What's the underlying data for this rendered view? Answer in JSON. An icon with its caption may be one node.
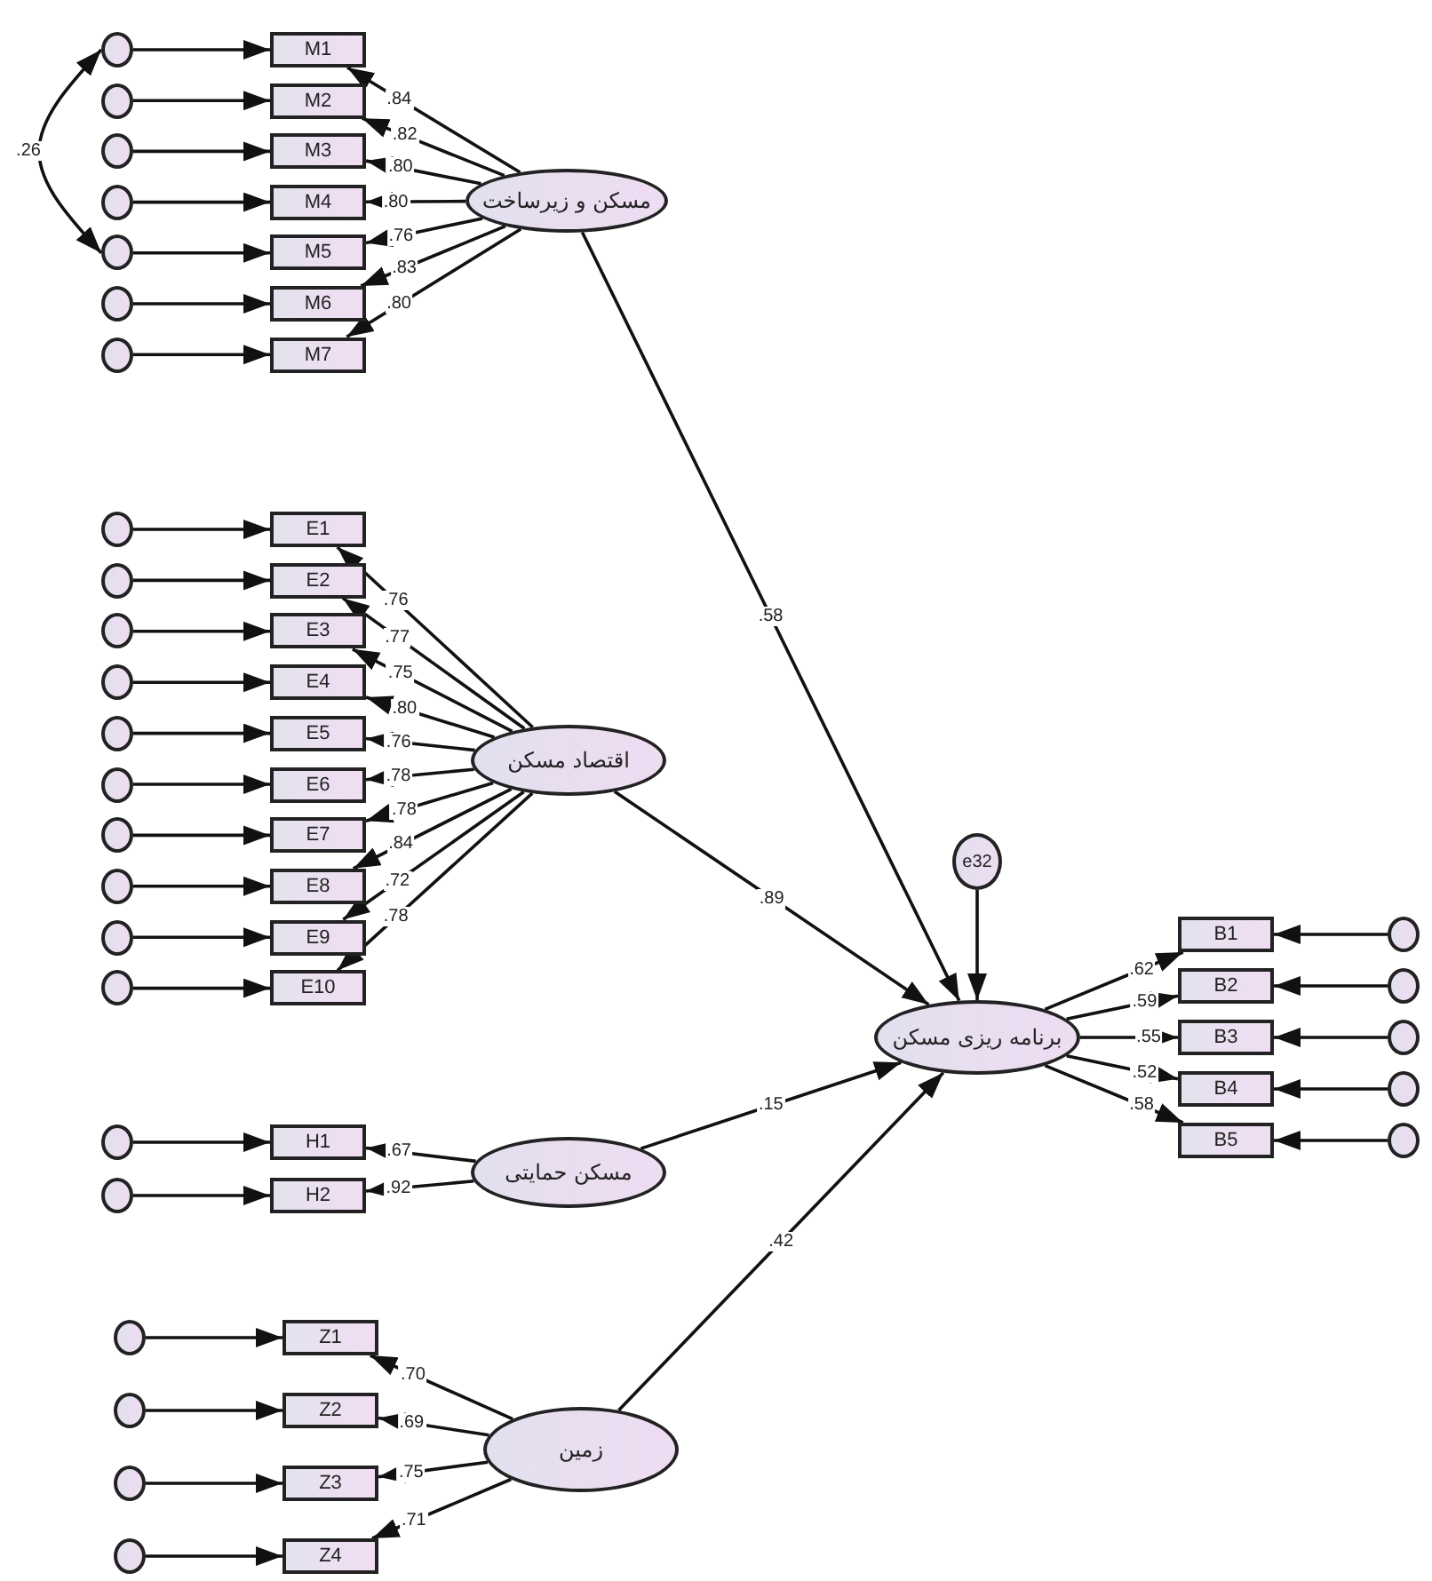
{
  "diagram": {
    "nodes": [
      {
        "text": [],
        "shape": "circle"
      },
      {
        "text": [],
        "shape": "circle"
      },
      {
        "text": [],
        "shape": "circle"
      },
      {
        "text": [],
        "shape": "circle"
      },
      {
        "text": [],
        "shape": "circle"
      },
      {
        "text": [],
        "shape": "circle"
      },
      {
        "text": [],
        "shape": "circle"
      },
      {
        "text": [
          "M1"
        ]
      },
      {
        "text": [
          "M2"
        ]
      },
      {
        "text": [
          "M3"
        ]
      },
      {
        "text": [
          "M4"
        ]
      },
      {
        "text": [
          "M5"
        ]
      },
      {
        "text": [
          "M6"
        ]
      },
      {
        "text": [
          "M7"
        ]
      },
      {
        "text": [
          "مسکن و زیرساخت"
        ]
      },
      {
        "text": [],
        "shape": "circle"
      },
      {
        "text": [],
        "shape": "circle"
      },
      {
        "text": [],
        "shape": "circle"
      },
      {
        "text": [],
        "shape": "circle"
      },
      {
        "text": [],
        "shape": "circle"
      },
      {
        "text": [],
        "shape": "circle"
      },
      {
        "text": [],
        "shape": "circle"
      },
      {
        "text": [],
        "shape": "circle"
      },
      {
        "text": [],
        "shape": "circle"
      },
      {
        "text": [],
        "shape": "circle"
      },
      {
        "text": [
          "E1"
        ]
      },
      {
        "text": [
          "E2"
        ]
      },
      {
        "text": [
          "E3"
        ]
      },
      {
        "text": [
          "E4"
        ]
      },
      {
        "text": [
          "E5"
        ]
      },
      {
        "text": [
          "E6"
        ]
      },
      {
        "text": [
          "E7"
        ]
      },
      {
        "text": [
          "E8"
        ]
      },
      {
        "text": [
          "E9"
        ]
      },
      {
        "text": [
          "E10"
        ]
      },
      {
        "text": [
          "اقتصاد مسکن"
        ]
      },
      {
        "text": [
          "e32"
        ]
      },
      {
        "text": [
          "برنامه ریزی مسکن"
        ]
      },
      {
        "text": [
          "B1"
        ]
      },
      {
        "text": [
          "B2"
        ]
      },
      {
        "text": [
          "B3"
        ]
      },
      {
        "text": [
          "B4"
        ]
      },
      {
        "text": [
          "B5"
        ]
      },
      {
        "text": [],
        "shape": "circle"
      },
      {
        "text": [],
        "shape": "circle"
      },
      {
        "text": [],
        "shape": "circle"
      },
      {
        "text": [],
        "shape": "circle"
      },
      {
        "text": [],
        "shape": "circle"
      },
      {
        "text": [],
        "shape": "circle"
      },
      {
        "text": [],
        "shape": "circle"
      },
      {
        "text": [
          "H1"
        ]
      },
      {
        "text": [
          "H2"
        ]
      },
      {
        "text": [
          "مسکن حمایتی"
        ]
      },
      {
        "text": [],
        "shape": "circle"
      },
      {
        "text": [],
        "shape": "circle"
      },
      {
        "text": [],
        "shape": "circle"
      },
      {
        "text": [],
        "shape": "circle"
      },
      {
        "text": [
          "Z1"
        ]
      },
      {
        "text": [
          "Z2"
        ]
      },
      {
        "text": [
          "Z3"
        ]
      },
      {
        "text": [
          "Z4"
        ]
      },
      {
        "text": [
          "زمین"
        ]
      }
    ],
    "edges": [
      {
        "from": 0,
        "to": 7,
        "arrow": "to"
      },
      {
        "from": 1,
        "to": 8,
        "arrow": "to"
      },
      {
        "from": 2,
        "to": 9,
        "arrow": "to"
      },
      {
        "from": 3,
        "to": 10,
        "arrow": "to"
      },
      {
        "from": 4,
        "to": 11,
        "arrow": "to"
      },
      {
        "from": 5,
        "to": 12,
        "arrow": "to"
      },
      {
        "from": 6,
        "to": 13,
        "arrow": "to"
      },
      {
        "from": 0,
        "to": 4,
        "arrow": "both",
        "label": ".26"
      },
      {
        "from": 14,
        "to": 7,
        "arrow": "to",
        "label": ".84"
      },
      {
        "from": 14,
        "to": 8,
        "arrow": "to",
        "label": ".82"
      },
      {
        "from": 14,
        "to": 9,
        "arrow": "to",
        "label": ".80"
      },
      {
        "from": 14,
        "to": 10,
        "arrow": "to",
        "label": ".80"
      },
      {
        "from": 14,
        "to": 11,
        "arrow": "to",
        "label": ".76"
      },
      {
        "from": 14,
        "to": 12,
        "arrow": "to",
        "label": ".83"
      },
      {
        "from": 14,
        "to": 13,
        "arrow": "to",
        "label": ".80"
      },
      {
        "from": 15,
        "to": 25,
        "arrow": "to"
      },
      {
        "from": 16,
        "to": 26,
        "arrow": "to"
      },
      {
        "from": 17,
        "to": 27,
        "arrow": "to"
      },
      {
        "from": 18,
        "to": 28,
        "arrow": "to"
      },
      {
        "from": 19,
        "to": 29,
        "arrow": "to"
      },
      {
        "from": 20,
        "to": 30,
        "arrow": "to"
      },
      {
        "from": 21,
        "to": 31,
        "arrow": "to"
      },
      {
        "from": 22,
        "to": 32,
        "arrow": "to"
      },
      {
        "from": 23,
        "to": 33,
        "arrow": "to"
      },
      {
        "from": 24,
        "to": 34,
        "arrow": "to"
      },
      {
        "from": 35,
        "to": 25,
        "arrow": "to",
        "label": ".76"
      },
      {
        "from": 35,
        "to": 26,
        "arrow": "to",
        "label": ".77"
      },
      {
        "from": 35,
        "to": 27,
        "arrow": "to",
        "label": ".75"
      },
      {
        "from": 35,
        "to": 28,
        "arrow": "to",
        "label": ".80"
      },
      {
        "from": 35,
        "to": 29,
        "arrow": "to",
        "label": ".76"
      },
      {
        "from": 35,
        "to": 30,
        "arrow": "to",
        "label": ".78"
      },
      {
        "from": 35,
        "to": 31,
        "arrow": "to",
        "label": ".78"
      },
      {
        "from": 35,
        "to": 32,
        "arrow": "to",
        "label": ".84"
      },
      {
        "from": 35,
        "to": 33,
        "arrow": "to",
        "label": ".72"
      },
      {
        "from": 35,
        "to": 34,
        "arrow": "to",
        "label": ".78"
      },
      {
        "from": 14,
        "to": 37,
        "arrow": "to",
        "label": ".58"
      },
      {
        "from": 35,
        "to": 37,
        "arrow": "to",
        "label": ".89"
      },
      {
        "from": 52,
        "to": 37,
        "arrow": "to",
        "label": ".15"
      },
      {
        "from": 61,
        "to": 37,
        "arrow": "to",
        "label": ".42"
      },
      {
        "from": 36,
        "to": 37,
        "arrow": "to"
      },
      {
        "from": 37,
        "to": 38,
        "arrow": "to",
        "label": ".62"
      },
      {
        "from": 37,
        "to": 39,
        "arrow": "to",
        "label": ".59"
      },
      {
        "from": 37,
        "to": 40,
        "arrow": "to",
        "label": ".55"
      },
      {
        "from": 37,
        "to": 41,
        "arrow": "to",
        "label": ".52"
      },
      {
        "from": 37,
        "to": 42,
        "arrow": "to",
        "label": ".58"
      },
      {
        "from": 43,
        "to": 38,
        "arrow": "to"
      },
      {
        "from": 44,
        "to": 39,
        "arrow": "to"
      },
      {
        "from": 45,
        "to": 40,
        "arrow": "to"
      },
      {
        "from": 46,
        "to": 41,
        "arrow": "to"
      },
      {
        "from": 47,
        "to": 42,
        "arrow": "to"
      },
      {
        "from": 48,
        "to": 50,
        "arrow": "to"
      },
      {
        "from": 49,
        "to": 51,
        "arrow": "to"
      },
      {
        "from": 52,
        "to": 50,
        "arrow": "to",
        "label": ".67"
      },
      {
        "from": 52,
        "to": 51,
        "arrow": "to",
        "label": ".92"
      },
      {
        "from": 53,
        "to": 57,
        "arrow": "to"
      },
      {
        "from": 54,
        "to": 58,
        "arrow": "to"
      },
      {
        "from": 55,
        "to": 59,
        "arrow": "to"
      },
      {
        "from": 56,
        "to": 60,
        "arrow": "to"
      },
      {
        "from": 61,
        "to": 57,
        "arrow": "to",
        "label": ".70"
      },
      {
        "from": 61,
        "to": 58,
        "arrow": "to",
        "label": ".69"
      },
      {
        "from": 61,
        "to": 59,
        "arrow": "to",
        "label": ".75"
      },
      {
        "from": 61,
        "to": 60,
        "arrow": "to",
        "label": ".71"
      }
    ]
  }
}
